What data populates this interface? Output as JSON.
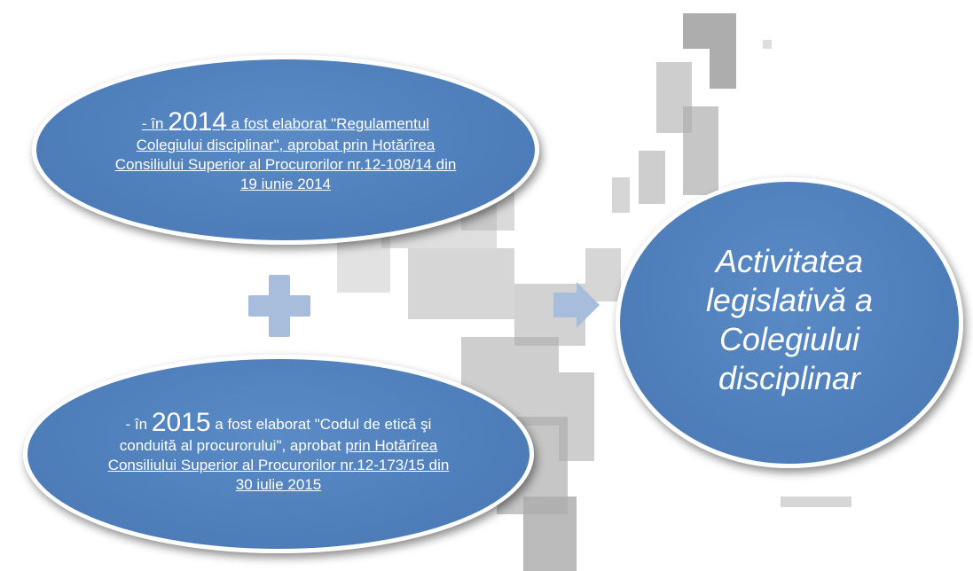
{
  "boxes": {
    "top": {
      "prefix": "- în ",
      "year": "2014",
      "text": " a fost elaborat \"Regulamentul Colegiului disciplinar\", aprobat prin Hotărîrea Consiliului Superior al Procurorilor nr.12-108/14 din 19 iunie 2014"
    },
    "bottom": {
      "prefix": "- în ",
      "year": "2015",
      "text": " a fost elaborat \"Codul de etică şi conduită al procurorului\", aprobat ",
      "underlined": "prin Hotărîrea Consiliului Superior al Procurorilor nr.12-173/15 din 30 iulie 2015"
    }
  },
  "result": {
    "text": "Activitatea legislativă a Colegiului disciplinar"
  },
  "icons": {
    "plus": "plus-icon",
    "arrow": "arrow-right-icon"
  },
  "colors": {
    "ellipse_fill": "#4f81bd",
    "icon_fill": "#a8bddb",
    "text": "#ffffff"
  }
}
